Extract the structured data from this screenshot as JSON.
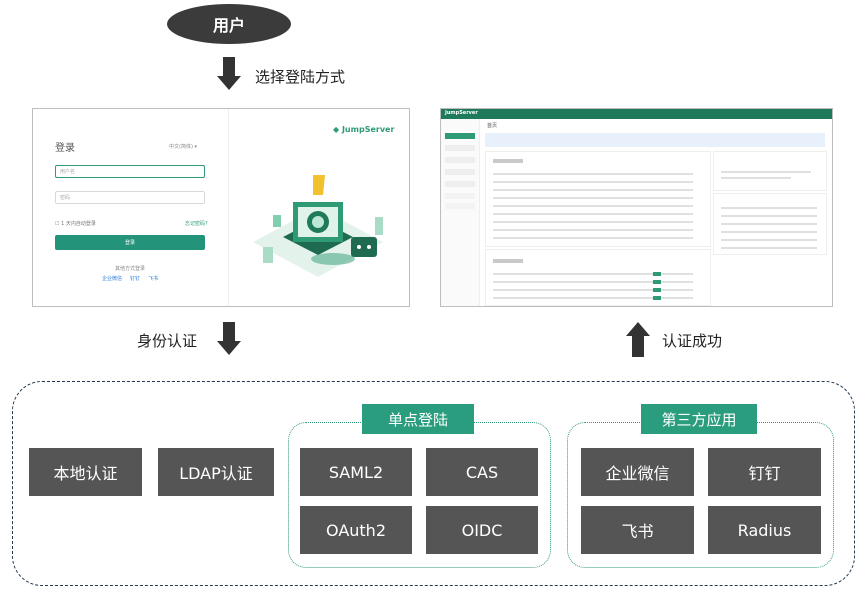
{
  "user_node": "用户",
  "steps": {
    "choose_login": "选择登陆方式",
    "authentication": "身份认证",
    "auth_success": "认证成功"
  },
  "login_screen": {
    "title": "登录",
    "language": "中文(简体) ▾",
    "username_placeholder": "用户名",
    "password_placeholder": "密码",
    "remember": "1 天内自动登录",
    "forgot": "忘记密码?",
    "login_button": "登录",
    "other_methods": "其他方式登录",
    "providers": [
      "企业微信",
      "钉钉",
      "飞书"
    ],
    "brand": "JumpServer"
  },
  "dashboard_screen": {
    "brand": "JumpServer",
    "breadcrumb": "首页"
  },
  "auth_methods": {
    "local": "本地认证",
    "ldap": "LDAP认证"
  },
  "sso_group": {
    "title": "单点登陆",
    "items": [
      "SAML2",
      "CAS",
      "OAuth2",
      "OIDC"
    ]
  },
  "third_party_group": {
    "title": "第三方应用",
    "items": [
      "企业微信",
      "钉钉",
      "飞书",
      "Radius"
    ]
  },
  "colors": {
    "accent": "#2a9d7f",
    "box": "#555555",
    "dark": "#3b3b3b"
  }
}
